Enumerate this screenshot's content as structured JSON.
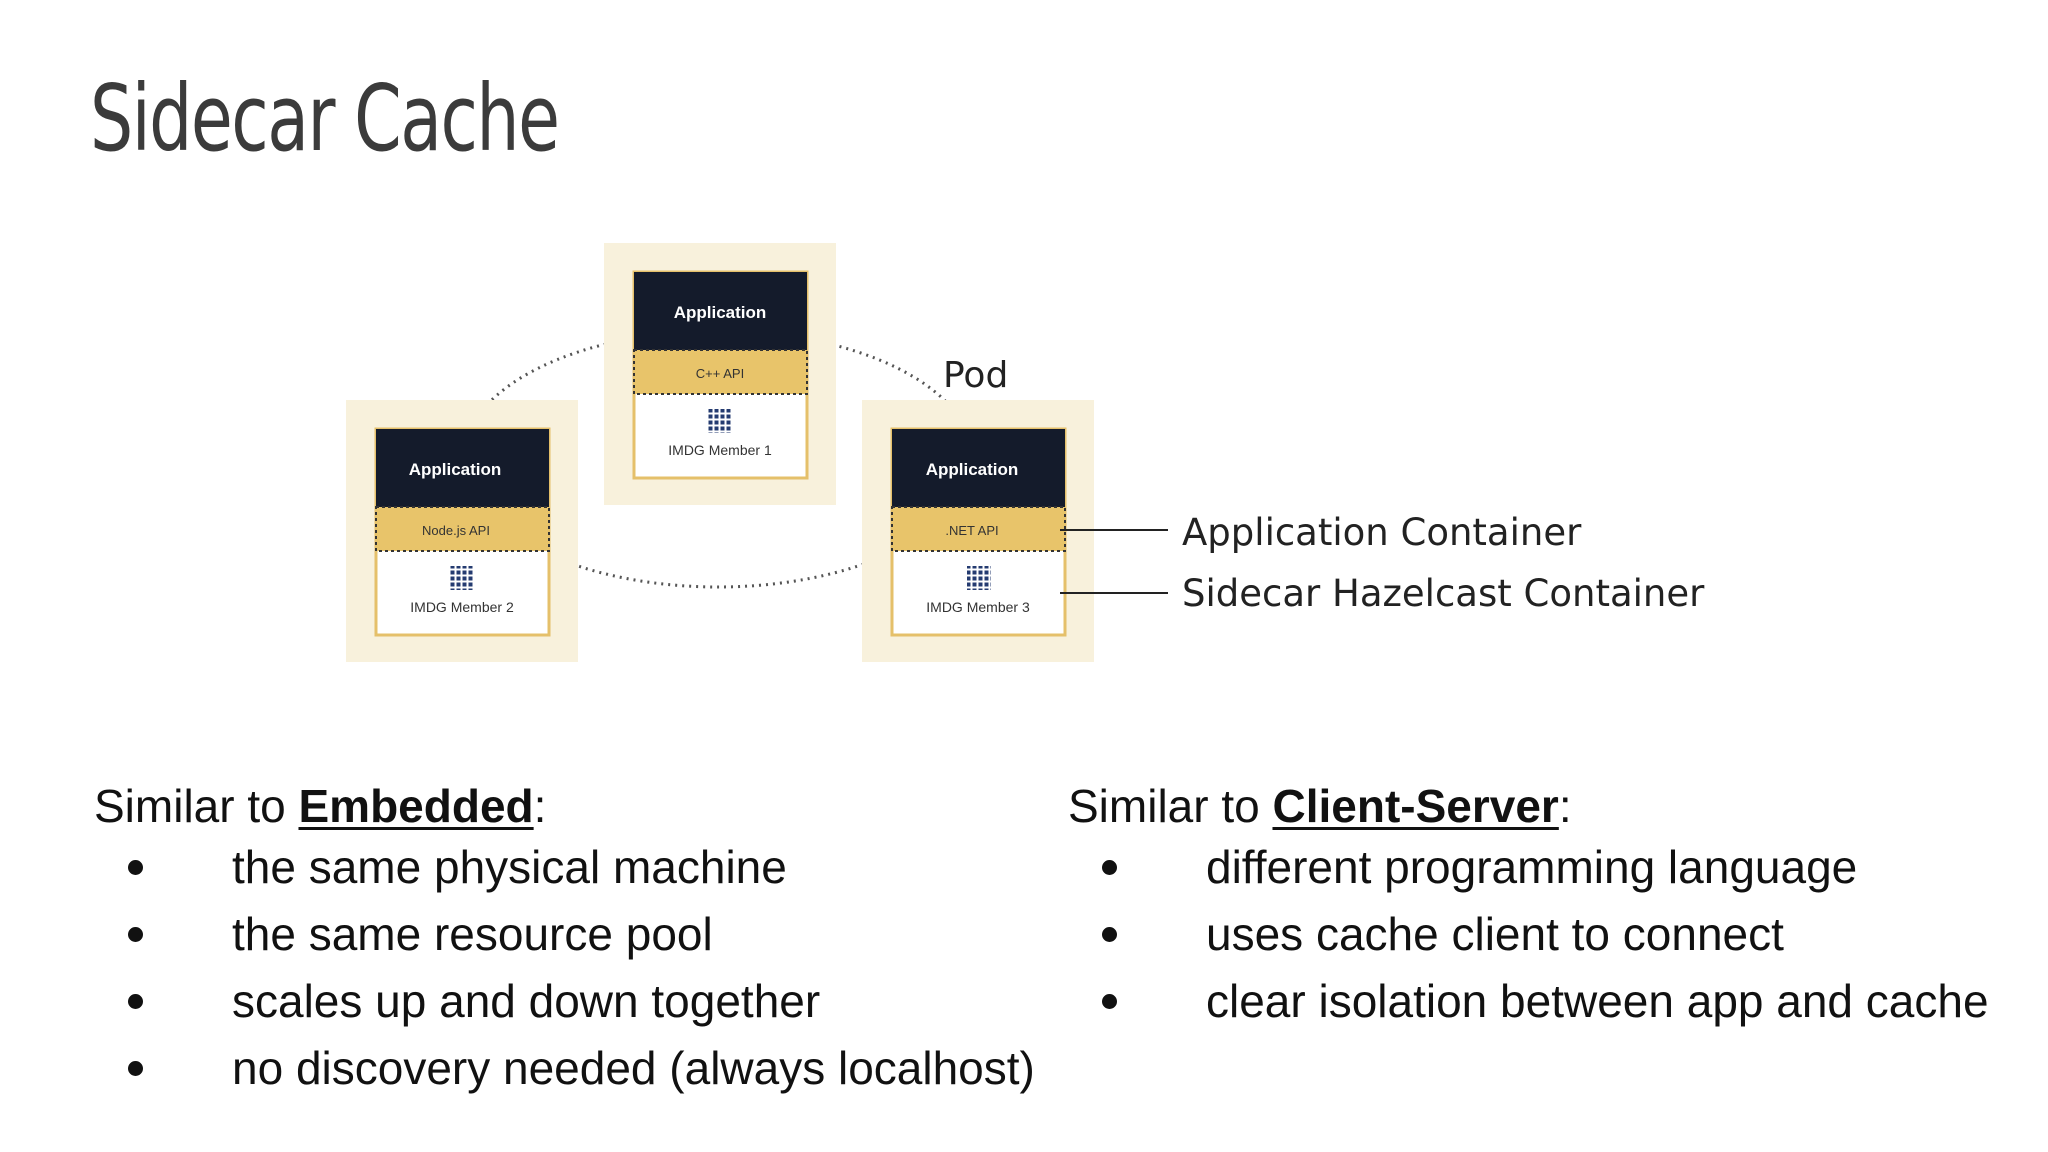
{
  "slide": {
    "title": "Sidecar Cache"
  },
  "diagram": {
    "pod_label": "Pod",
    "pods": [
      {
        "app_label": "Application",
        "api_label": "C++ API",
        "member_label": "IMDG Member 1"
      },
      {
        "app_label": "Application",
        "api_label": "Node.js API",
        "member_label": "IMDG Member 2"
      },
      {
        "app_label": "Application",
        "api_label": ".NET API",
        "member_label": "IMDG Member 3"
      }
    ],
    "callouts": {
      "application_container": "Application Container",
      "sidecar_container": "Sidecar Hazelcast Container"
    }
  },
  "left_column": {
    "prefix": "Similar to ",
    "term": "Embedded",
    "suffix": ":",
    "items": [
      "the same physical machine",
      "the same resource pool",
      "scales up and down together",
      "no discovery needed (always localhost)"
    ]
  },
  "right_column": {
    "prefix": "Similar to ",
    "term": "Client-Server",
    "suffix": ":",
    "items": [
      "different programming language",
      "uses cache client to connect",
      "clear isolation between app and cache"
    ]
  },
  "colors": {
    "title": "#3b3b3b",
    "pod_background": "#f8f1dc",
    "application_header": "#141b2b",
    "api_band": "#e8c46a",
    "member_border": "#e5c06a",
    "grid_icon": "#243b70",
    "text": "#111111"
  },
  "icons": {
    "member": "grid-icon"
  }
}
